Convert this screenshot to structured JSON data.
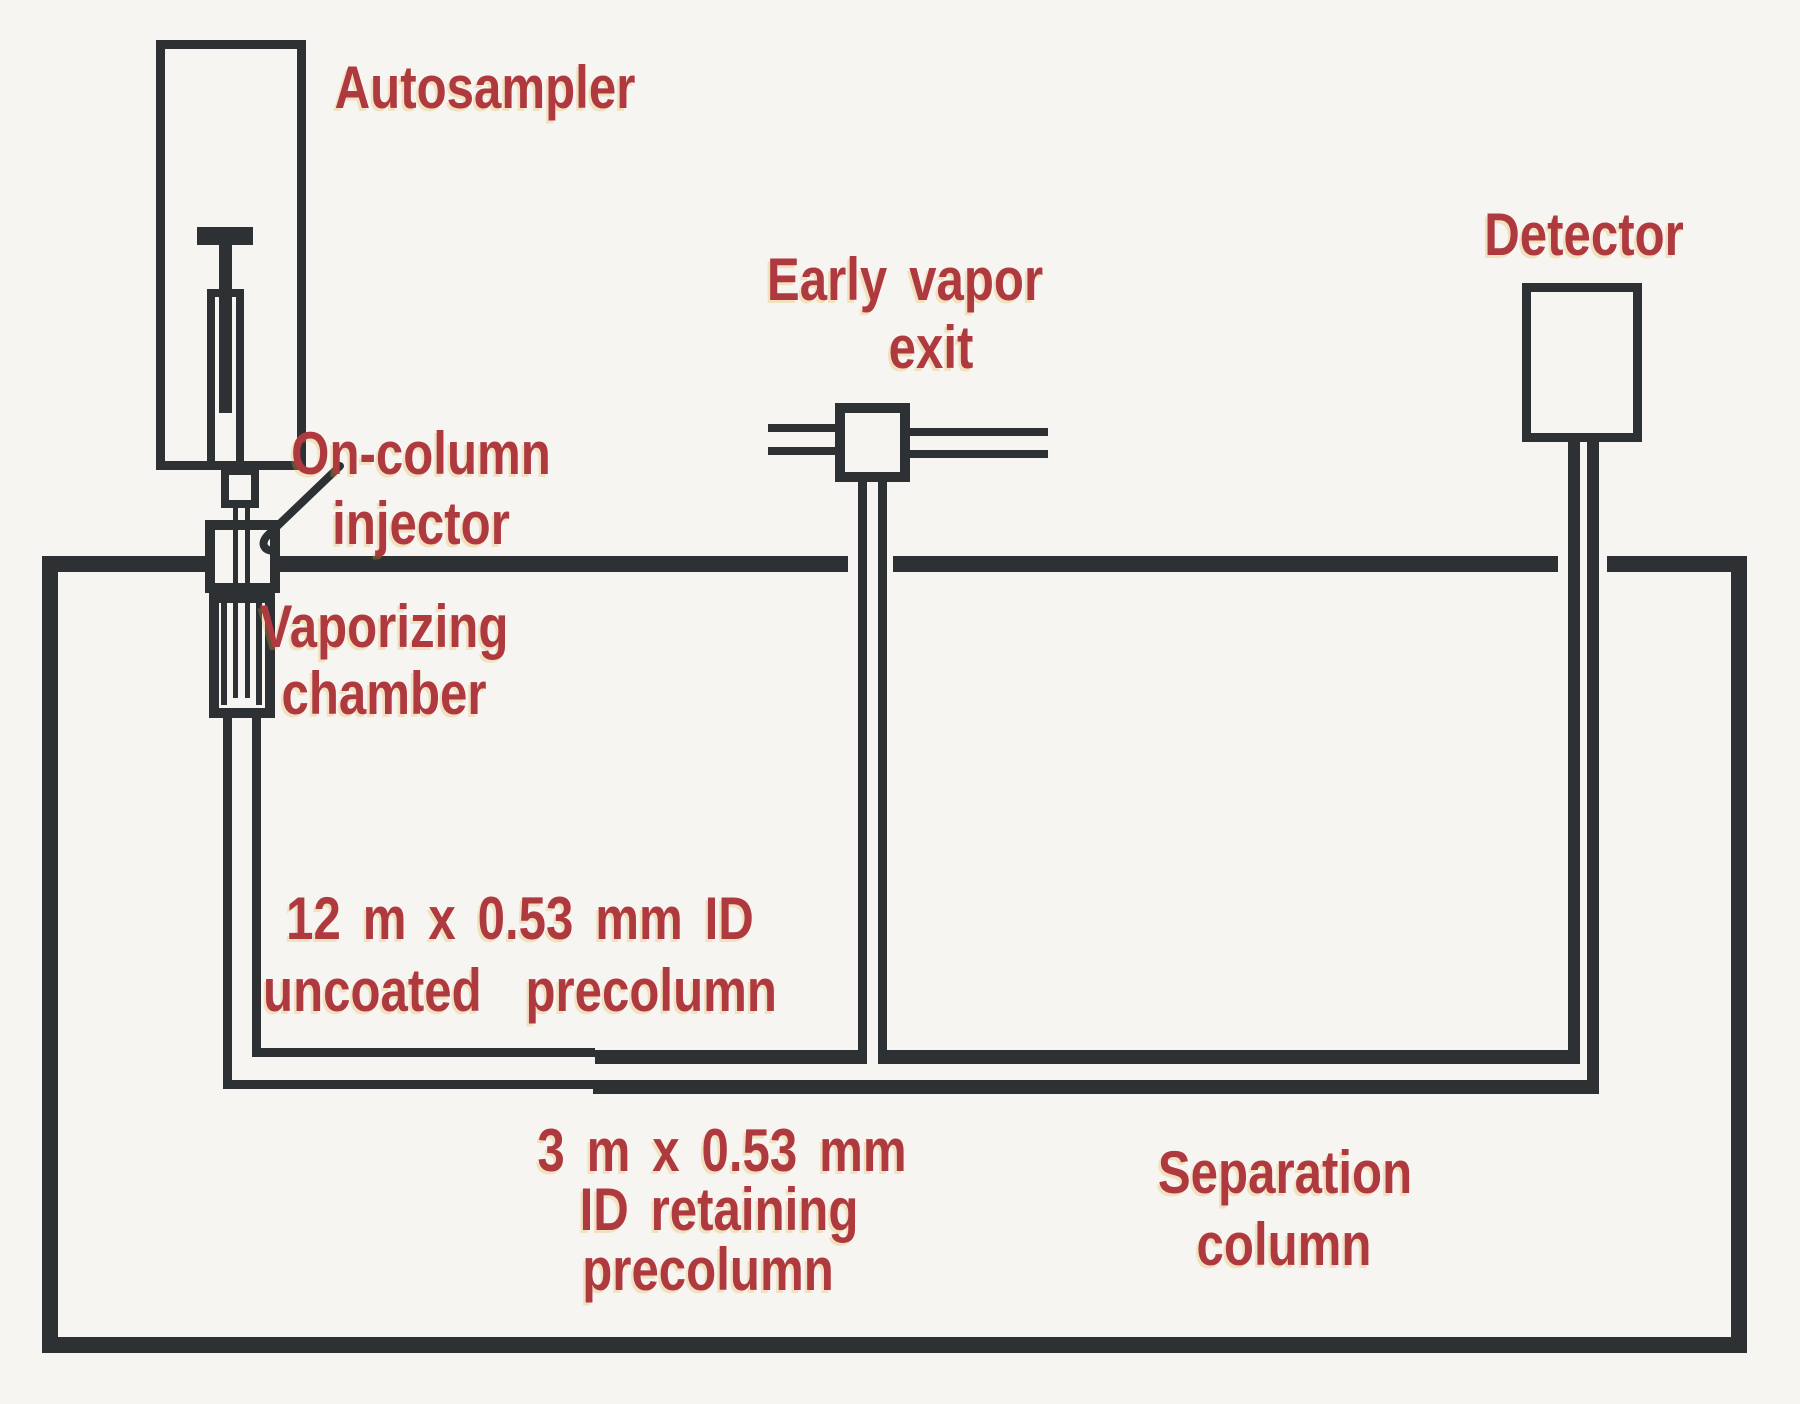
{
  "colors": {
    "background": "#f7f5f1",
    "line": "#2d3134",
    "label": "#ae3a3f"
  },
  "labels": {
    "autosampler": "Autosampler",
    "on_column_injector": [
      "On-column",
      "injector"
    ],
    "vaporizing_chamber": [
      "Vaporizing",
      "chamber"
    ],
    "early_vapor_exit": [
      "Early vapor",
      "exit"
    ],
    "detector": "Detector",
    "uncoated_precolumn": [
      "12 m x 0.53 mm ID",
      "uncoated  precolumn"
    ],
    "retaining_precolumn": [
      "3 m x 0.53 mm",
      "ID retaining",
      "precolumn"
    ],
    "separation_column": [
      "Separation",
      "column"
    ]
  }
}
